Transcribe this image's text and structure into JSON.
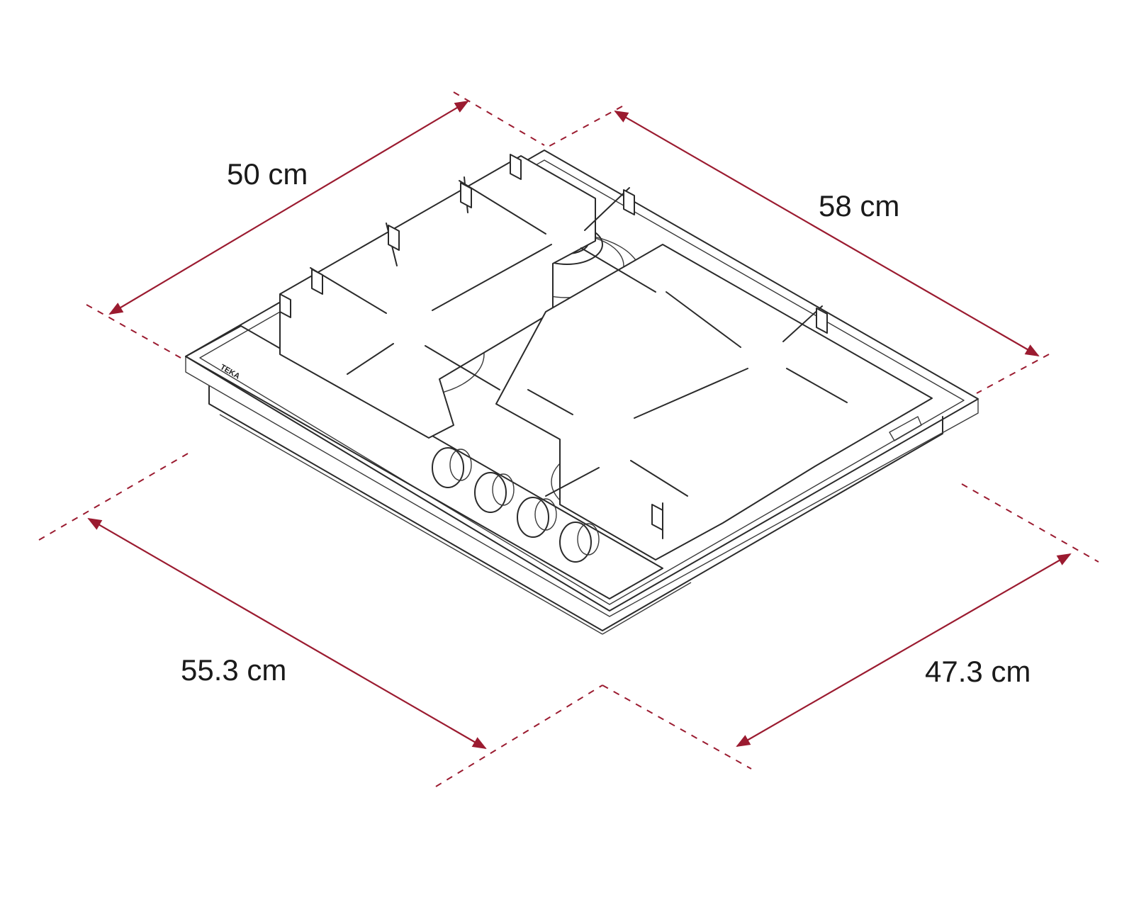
{
  "dimensions": {
    "width_back": "58 cm",
    "depth_left": "50 cm",
    "cutout_front": "55.3 cm",
    "cutout_right": "47.3 cm"
  },
  "brand": "TEKA",
  "colors": {
    "dimension": "#9b1b30",
    "outline": "#2a2a2a",
    "background": "#ffffff"
  }
}
